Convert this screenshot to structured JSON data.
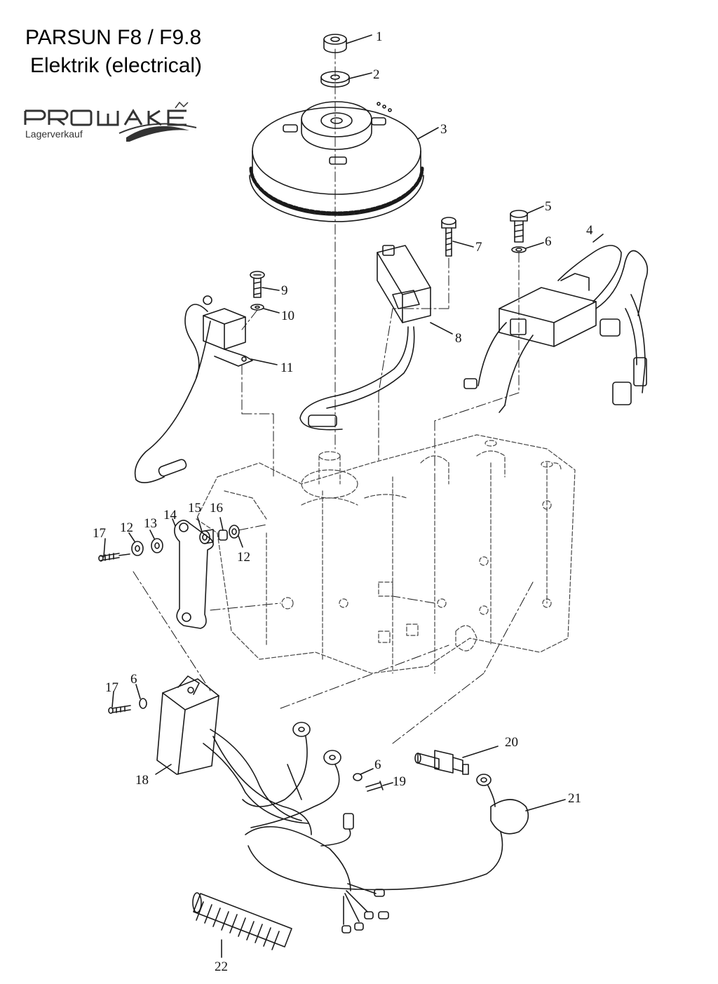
{
  "header": {
    "title_line1": "PARSUN F8 / F9.8",
    "title_line2": "Elektrik (electrical)"
  },
  "brand": {
    "logo_text": "PROWAKE",
    "tagline": "Lagerverkauf",
    "logo_color": "#333333"
  },
  "colors": {
    "line": "#1a1a1a",
    "dashed_engine": "#444444"
  },
  "callouts": [
    "1",
    "2",
    "3",
    "4",
    "5",
    "6",
    "7",
    "8",
    "9",
    "10",
    "11",
    "12",
    "13",
    "14",
    "15",
    "16",
    "12",
    "17",
    "17",
    "6",
    "18",
    "6",
    "19",
    "20",
    "21",
    "22"
  ]
}
